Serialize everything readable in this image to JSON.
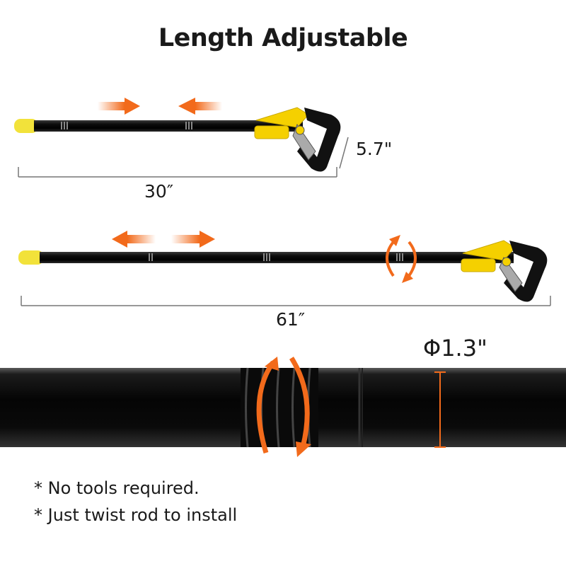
{
  "title": "Length Adjustable",
  "dimensions": {
    "short_length": "30″",
    "handle_height": "5.7\"",
    "long_length": "61″",
    "diameter": "Φ1.3\""
  },
  "notes": [
    "* No tools required.",
    "* Just twist rod to install"
  ],
  "colors": {
    "accent_arrow": "#f26a1b",
    "rod": "#111111",
    "handle_yellow": "#f5d000",
    "end_cap_yellow": "#f2e23a"
  }
}
